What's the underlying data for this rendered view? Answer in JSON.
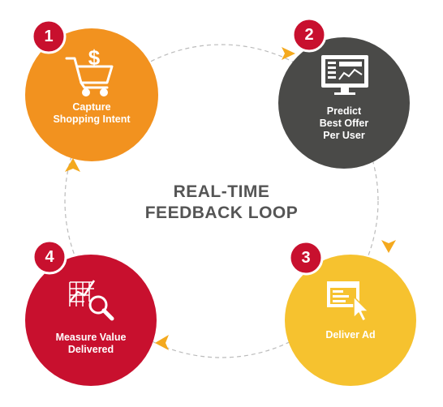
{
  "title": {
    "line1": "REAL-TIME",
    "line2": "FEEDBACK LOOP"
  },
  "colors": {
    "orange": "#F2921F",
    "gray": "#4A4A48",
    "yellow": "#F6C22F",
    "red": "#C8102E",
    "badge": "#C8102E",
    "dashed": "#BBBBBB",
    "arrow": "#F4A91E"
  },
  "nodes": [
    {
      "number": "1",
      "lines": [
        "Capture",
        "Shopping Intent"
      ],
      "icon": "cart-dollar-icon",
      "color": "orange"
    },
    {
      "number": "2",
      "lines": [
        "Predict",
        "Best Offer",
        "Per User"
      ],
      "icon": "monitor-icon",
      "color": "gray"
    },
    {
      "number": "3",
      "lines": [
        "Deliver Ad"
      ],
      "icon": "ad-cursor-icon",
      "color": "yellow"
    },
    {
      "number": "4",
      "lines": [
        "Measure Value",
        "Delivered"
      ],
      "icon": "chart-magnifier-icon",
      "color": "red"
    }
  ]
}
